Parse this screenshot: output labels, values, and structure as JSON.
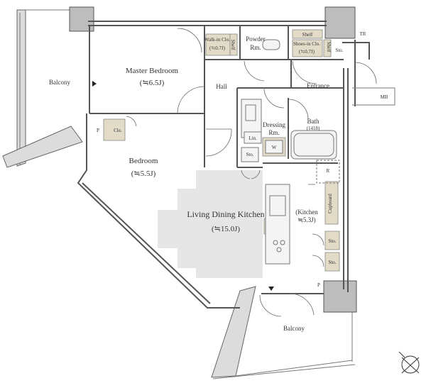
{
  "plan": {
    "rooms": {
      "master_bedroom": {
        "name": "Master Bedroom",
        "size": "(≒6.5J)"
      },
      "bedroom": {
        "name": "Bedroom",
        "size": "(≒5.5J)"
      },
      "ldk": {
        "name": "Living Dining Kitchen",
        "size": "(≒15.0J)"
      },
      "kitchen": {
        "name": "(Kitchen",
        "size": "≒5.3J)"
      },
      "hall": {
        "name": "Hall"
      },
      "entrance": {
        "name": "Entrance"
      },
      "powder": {
        "name": "Powder",
        "name2": "Rm."
      },
      "dressing": {
        "name": "Dressing",
        "name2": "Rm."
      },
      "bath": {
        "name": "Bath",
        "size": "(1418)"
      },
      "walkin": {
        "name": "Walk-in Clo.",
        "size": "(≒0.7J)"
      },
      "shoes": {
        "name": "Shoes-in Clo.",
        "size": "(≒0.7J)"
      },
      "balcony_left": {
        "name": "Balcony"
      },
      "balcony_bottom": {
        "name": "Balcony"
      }
    },
    "labels": {
      "shelf": "Shelf",
      "tr": "TR",
      "mb": "MB",
      "clo": "Clo.",
      "p": "P",
      "sto": "Sto.",
      "lin": "Lin.",
      "w": "W",
      "r": "R",
      "cupboard": "Cupboard"
    },
    "colors": {
      "wall": "#555555",
      "ldk_fill": "#e6e6e6",
      "storage_fill": "#e2dbc8",
      "column_fill": "#bdbdbd"
    },
    "icons": [
      "entry-arrow-icon",
      "compass-icon"
    ]
  }
}
